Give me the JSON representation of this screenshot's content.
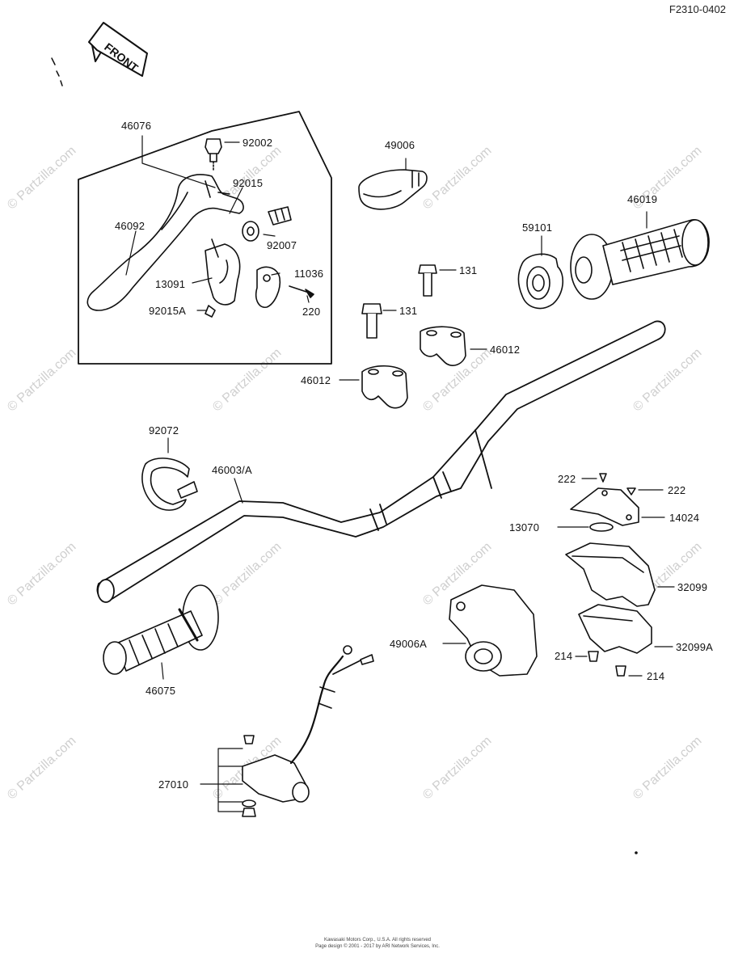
{
  "diagram": {
    "code": "F2310-0402",
    "front_label": "FRONT",
    "watermark": "© Partzilla.com",
    "copyright_line1": "Kawasaki Motors Corp., U.S.A. All rights reserved",
    "copyright_line2": "Page design © 2001 - 2017 by ARI Network Services, Inc.",
    "parts": {
      "p46076": "46076",
      "p92002": "92002",
      "p92015": "92015",
      "p92007": "92007",
      "p46092": "46092",
      "p11036": "11036",
      "p13091": "13091",
      "p92015A": "92015A",
      "p220": "220",
      "p49006": "49006",
      "p131a": "131",
      "p131b": "131",
      "p46012a": "46012",
      "p46012b": "46012",
      "p59101": "59101",
      "p46019": "46019",
      "p92072": "92072",
      "p46003A": "46003/A",
      "p222a": "222",
      "p222b": "222",
      "p14024": "14024",
      "p13070": "13070",
      "p32099": "32099",
      "p49006A": "49006A",
      "p32099A": "32099A",
      "p214a": "214",
      "p214b": "214",
      "p46075": "46075",
      "p27010": "27010"
    }
  }
}
